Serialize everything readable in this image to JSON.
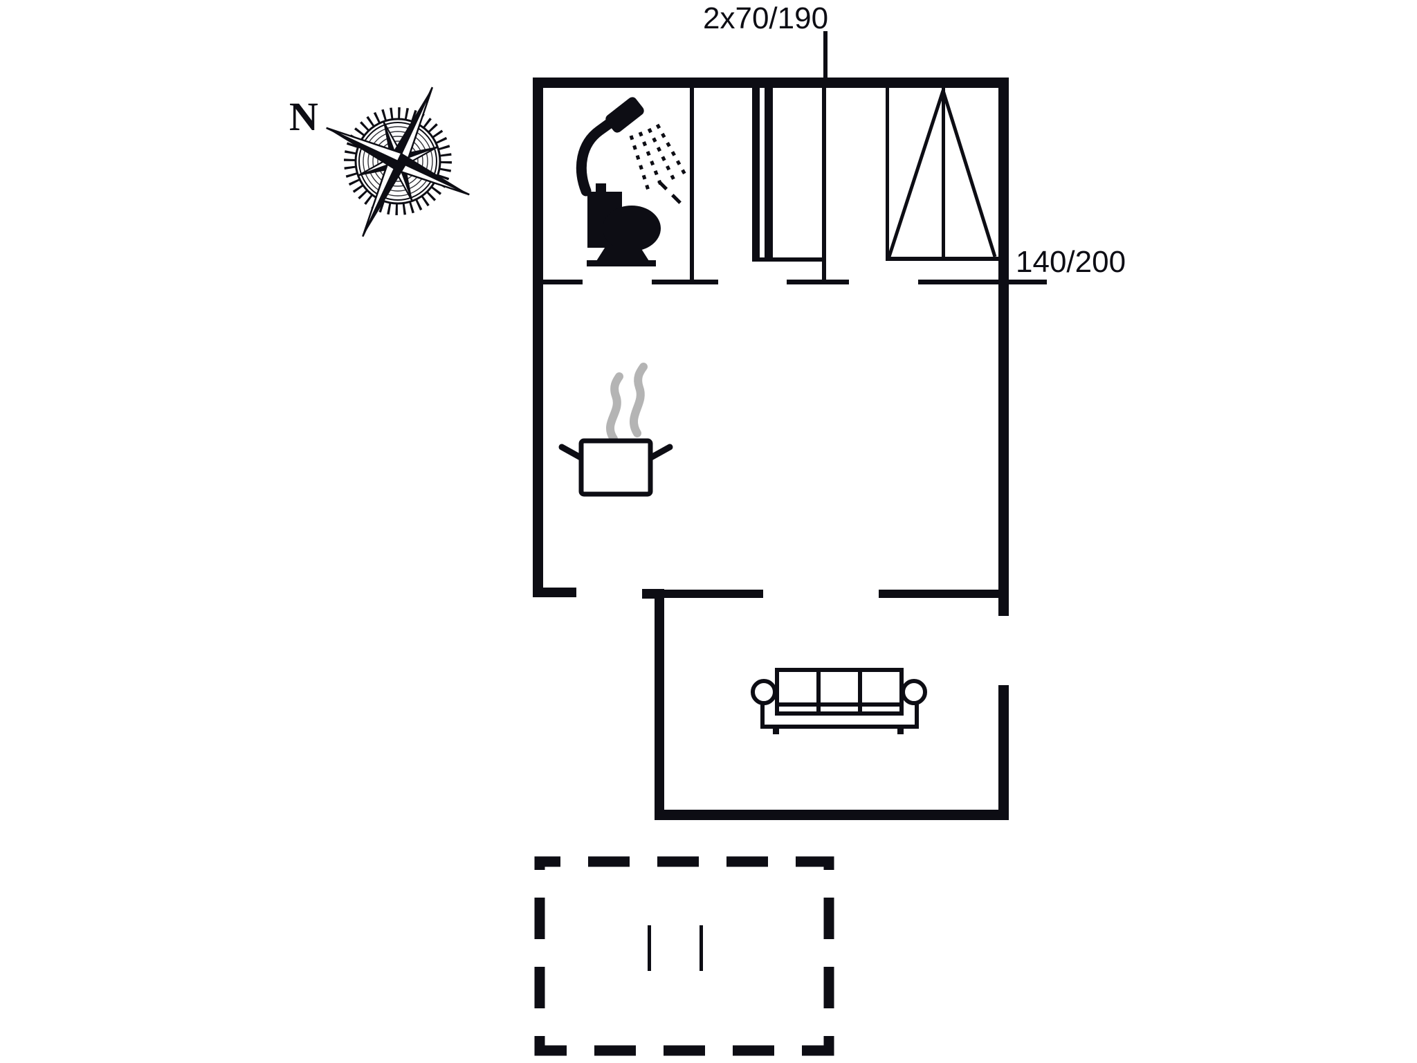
{
  "page": {
    "background": "#ffffff"
  },
  "colors": {
    "ink": "#0d0d14",
    "steam": "#b4b4b4",
    "paper": "#ffffff"
  },
  "labels": {
    "north": "N",
    "top_window_dimension": "2x70/190",
    "right_window_dimension": "140/200"
  },
  "icons": {
    "compass": "compass-rose-icon",
    "shower": "shower-head-icon",
    "toilet": "toilet-icon",
    "stove": "steaming-pot-icon",
    "sofa": "three-seat-sofa-icon",
    "wardrobe": "wardrobe-triangle-icon",
    "terrace": "dashed-terrace-outline"
  }
}
